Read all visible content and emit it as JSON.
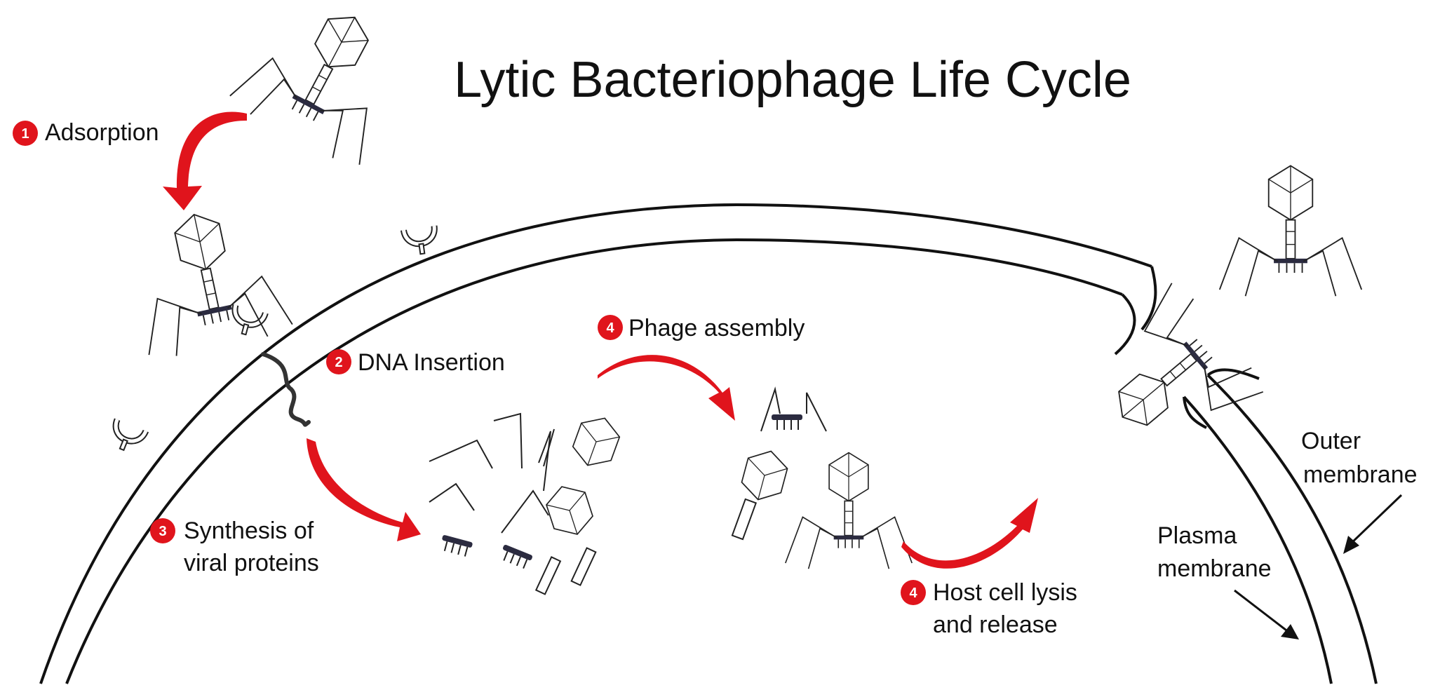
{
  "title": "Lytic Bacteriophage Life Cycle",
  "steps": {
    "adsorption": {
      "number": "1",
      "label": "Adsorption"
    },
    "dna_insertion": {
      "number": "2",
      "label": "DNA Insertion"
    },
    "synthesis": {
      "number": "3",
      "line1": "Synthesis of",
      "line2": "viral proteins"
    },
    "assembly": {
      "number": "4",
      "label": "Phage assembly"
    },
    "lysis": {
      "number": "4",
      "line1": "Host cell lysis",
      "line2": "and release"
    }
  },
  "membranes": {
    "outer": {
      "line1": "Outer",
      "line2": "membrane"
    },
    "plasma": {
      "line1": "Plasma",
      "line2": "membrane"
    }
  },
  "colors": {
    "arrow": "#e0141c",
    "badge": "#e0141c",
    "text": "#111111"
  }
}
